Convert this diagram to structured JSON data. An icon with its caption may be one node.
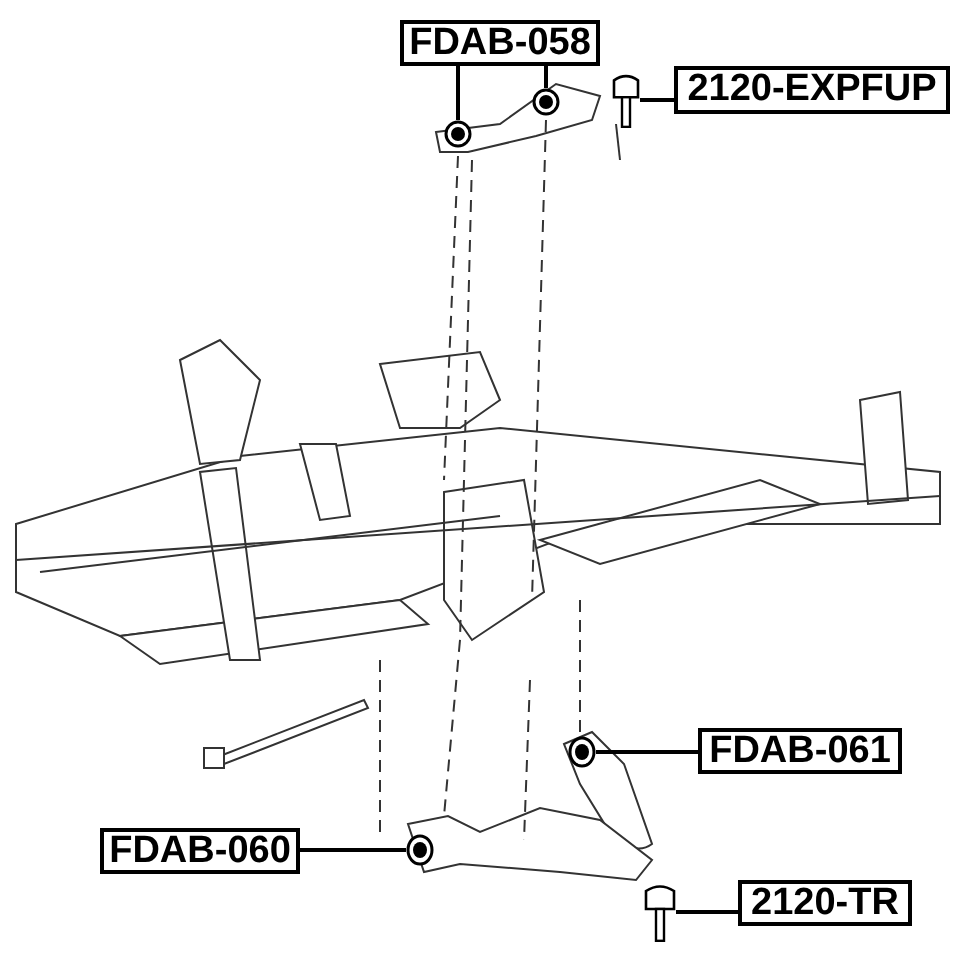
{
  "diagram": {
    "nodes": [
      {
        "text": [
          "FDAB-058"
        ]
      },
      {
        "text": [],
        "shape": "circle"
      },
      {
        "text": [],
        "shape": "circle"
      },
      {
        "text": [
          "2120-EXPFUP"
        ]
      },
      {
        "text": [],
        "shape": "picture"
      },
      {
        "text": [
          "FDAB-061"
        ]
      },
      {
        "text": [],
        "shape": "circle"
      },
      {
        "text": [
          "FDAB-060"
        ]
      },
      {
        "text": [],
        "shape": "circle"
      },
      {
        "text": [
          "2120-TR"
        ]
      },
      {
        "text": [],
        "shape": "picture"
      }
    ],
    "edges": [
      {
        "from": 0,
        "to": 1,
        "arrow": "none"
      },
      {
        "from": 0,
        "to": 2,
        "arrow": "none"
      },
      {
        "from": 3,
        "to": 4,
        "arrow": "none"
      },
      {
        "from": 5,
        "to": 6,
        "arrow": "none"
      },
      {
        "from": 7,
        "to": 8,
        "arrow": "none"
      },
      {
        "from": 9,
        "to": 10,
        "arrow": "none"
      }
    ]
  }
}
